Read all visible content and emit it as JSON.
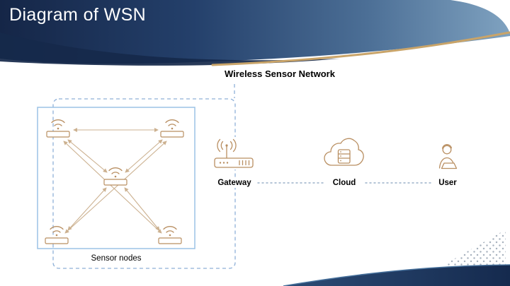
{
  "slide": {
    "title": "Diagram of WSN",
    "diagram_title": "Wireless Sensor Network",
    "labels": {
      "sensor_nodes": "Sensor nodes",
      "gateway": "Gateway",
      "cloud": "Cloud",
      "user": "User"
    }
  },
  "icons": {
    "sensor": "wifi-sensor-icon",
    "gateway": "router-antenna-icon",
    "cloud": "cloud-server-icon",
    "user": "person-laptop-icon"
  },
  "colors": {
    "header_navy": "#152647",
    "header_mid": "#34567e",
    "header_steel": "#7fa2c0",
    "swoosh_navy": "#16294b",
    "accent_tan": "#b98f62",
    "arrow_tan": "#ccb190",
    "tan_curve": "#c9a469",
    "dash_blue": "#8fb0d8",
    "box_blue": "#9cc2e5",
    "connector_gray": "#9ab0c8",
    "dots_gray": "#a9b3bf",
    "wave_navy": "#1d3356",
    "wave_edge": "#47719c",
    "title_white": "#ffffff",
    "text_dark": "#111111"
  }
}
